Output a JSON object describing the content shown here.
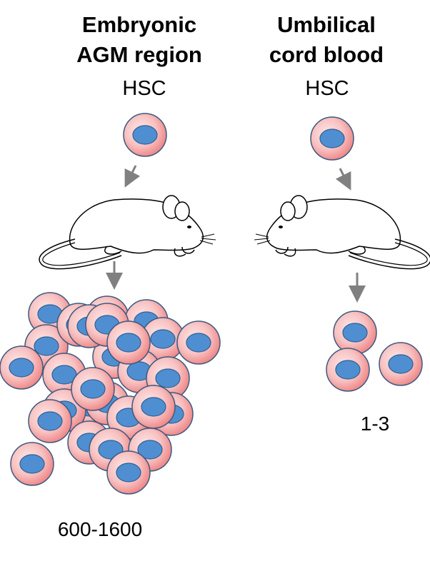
{
  "left": {
    "title_line1": "Embryonic",
    "title_line2": "AGM region",
    "stem_label": "HSC",
    "count": "600-1600"
  },
  "right": {
    "title_line1": "Umbilical",
    "title_line2": "cord blood",
    "stem_label": "HSC",
    "count": "1-3"
  },
  "colors": {
    "cell_outer": "#f4a3a3",
    "cell_outer_edge": "#3c5a80",
    "nucleus": "#4f8fd1",
    "arrow": "#808080",
    "mouse_outline": "#000000"
  },
  "icons": [
    "hsc-cell-icon",
    "mouse-icon",
    "down-arrow-icon"
  ]
}
